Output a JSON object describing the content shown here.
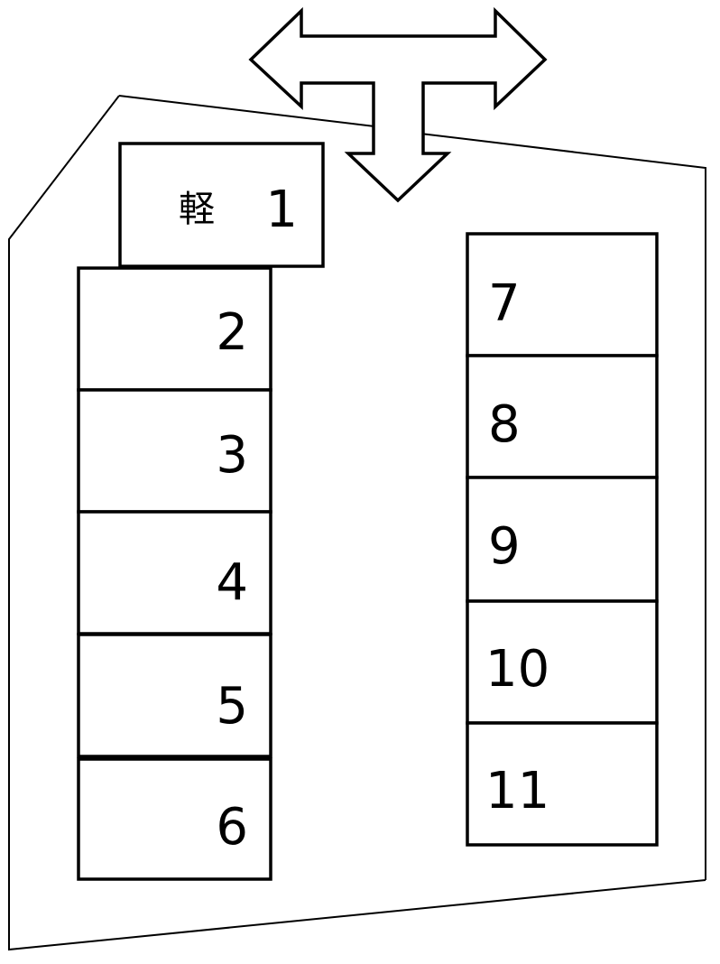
{
  "lot": {
    "kei_label": "軽",
    "stalls": [
      {
        "number": "1"
      },
      {
        "number": "2"
      },
      {
        "number": "3"
      },
      {
        "number": "4"
      },
      {
        "number": "5"
      },
      {
        "number": "6"
      },
      {
        "number": "7"
      },
      {
        "number": "8"
      },
      {
        "number": "9"
      },
      {
        "number": "10"
      },
      {
        "number": "11"
      }
    ]
  },
  "colors": {
    "line": "#000000",
    "background": "#ffffff"
  }
}
